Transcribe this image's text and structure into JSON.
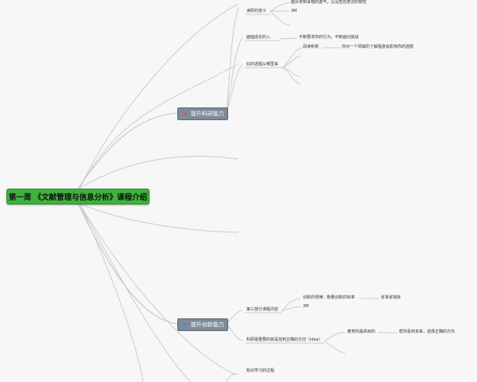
{
  "root": {
    "label": "第一周 《文献管理与信息分析》课程介绍"
  },
  "topics": [
    {
      "label": "提升科研能力",
      "icon": "🔺"
    },
    {
      "label": "提升创新能力",
      "icon": "🔹"
    }
  ],
  "nodes": {
    "t1_a": "面对未知事物的勇气，以及危险意识的韧性",
    "t1_b": "3M",
    "t1_c": "读研的意义",
    "t1_d": "面临成长的入",
    "t1_e": "不断要求你的行为，不断面对挑战",
    "t1_f": "好的选题从哪里来",
    "t1_g": "阅读积累",
    "t1_h": "你对一个领域的了解程度会影响你的选题",
    "t2_a": "创新的规律，衡量创新的标准",
    "t2_b": "省事省钱库",
    "t2_c": "3M",
    "t2_d": "第三部分课程内容",
    "t2_e": "教育的最高目的",
    "t2_f": "帮你看到未来，选择正确的方向",
    "t2_g": "科研最重要的就是找到正确的方向（idea）",
    "t3_a": "知识学习的过程"
  }
}
